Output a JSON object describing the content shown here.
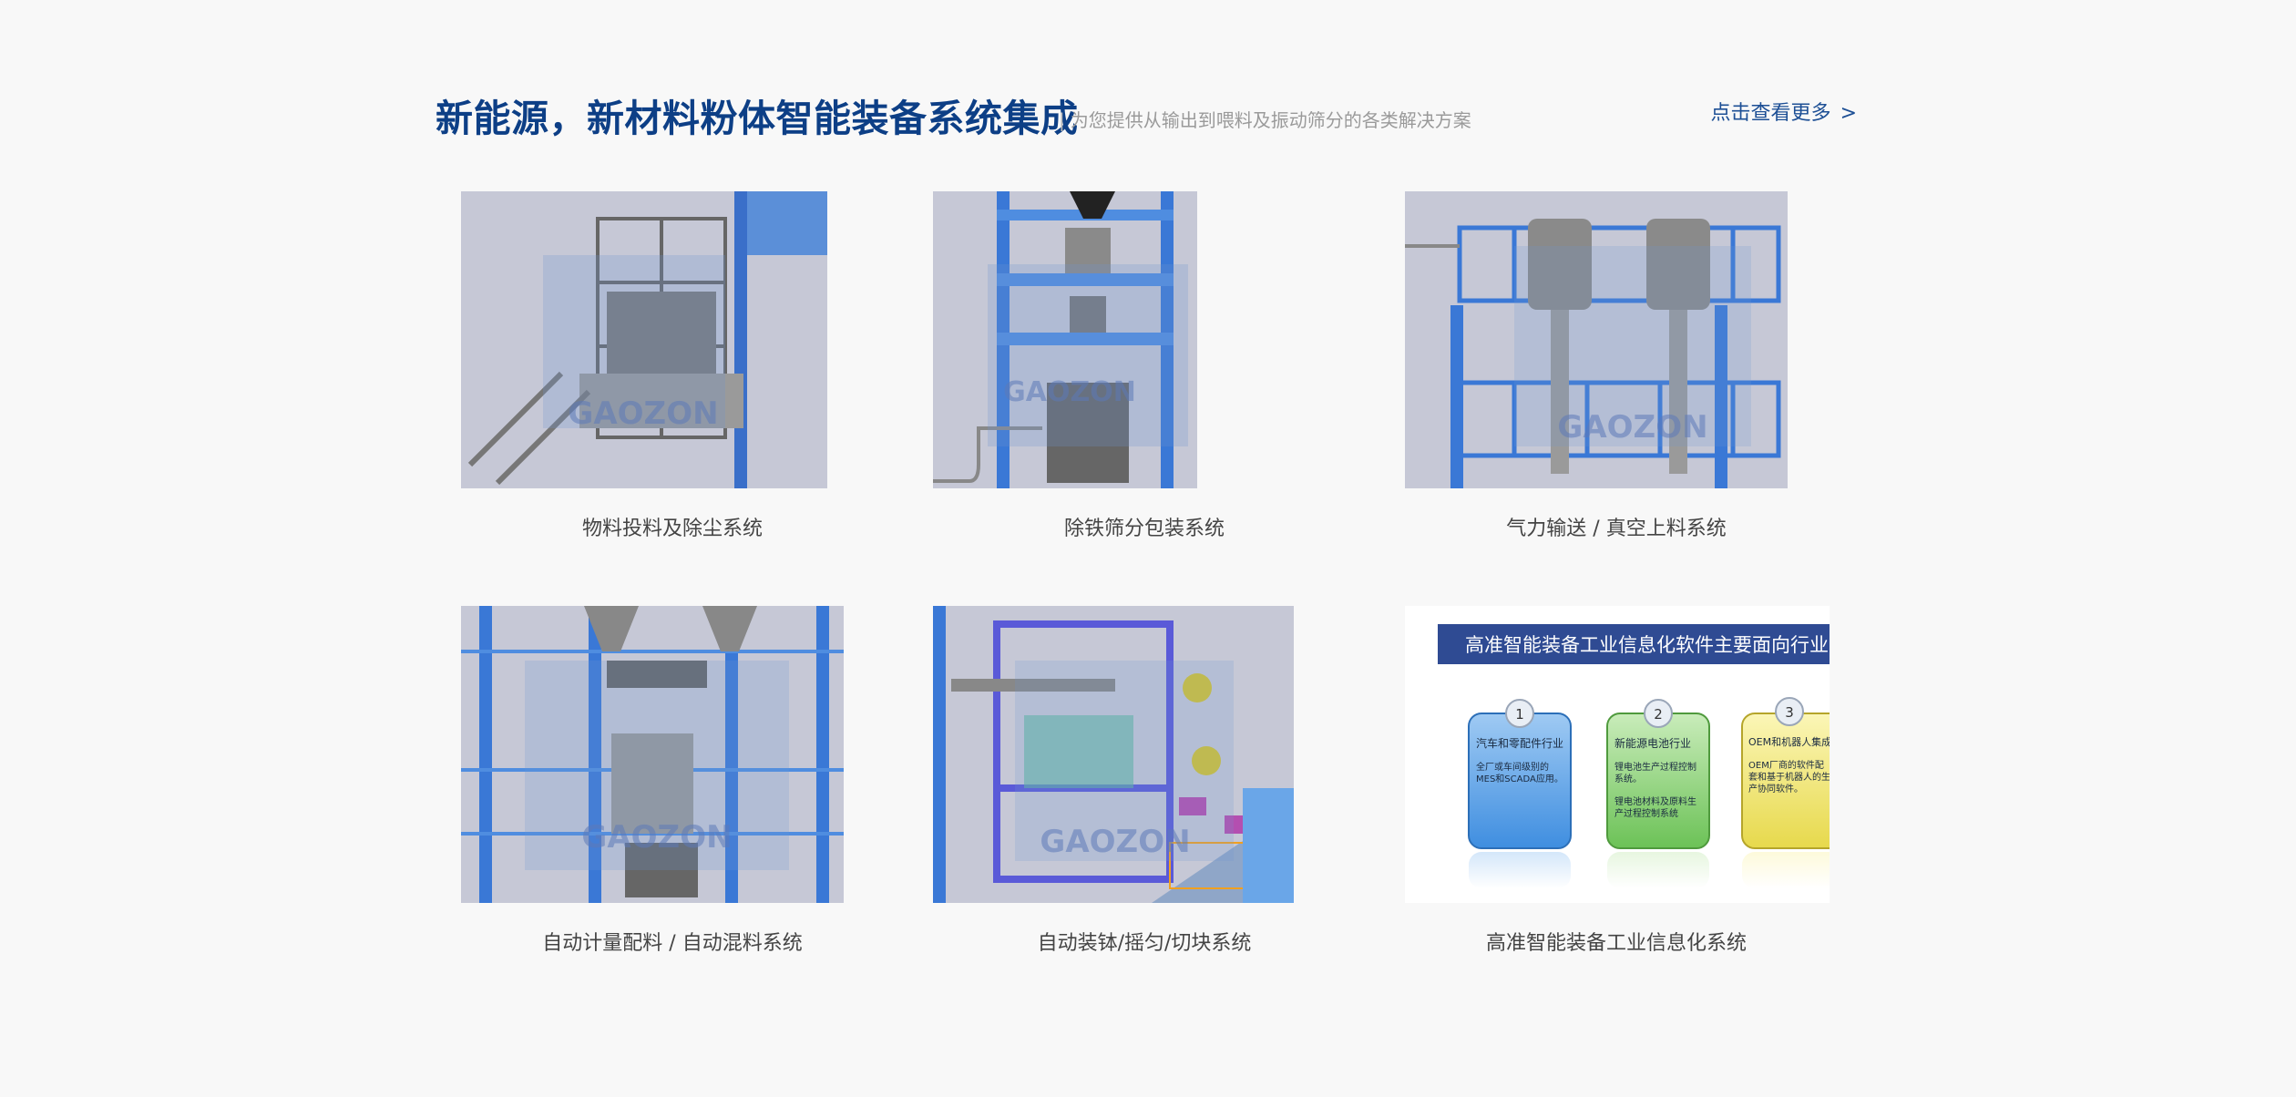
{
  "header": {
    "title": "新能源，新材料粉体智能装备系统集成",
    "separator": "|",
    "subtitle": "为您提供从输出到喂料及振动筛分的各类解决方案",
    "more_label": "点击查看更多",
    "more_arrow": ">"
  },
  "watermark": "GAOZON",
  "cards": [
    {
      "caption": "物料投料及除尘系统"
    },
    {
      "caption": "除铁筛分包装系统"
    },
    {
      "caption": "气力输送 / 真空上料系统"
    },
    {
      "caption": "自动计量配料 / 自动混料系统"
    },
    {
      "caption": "自动装钵/摇匀/切块系统"
    },
    {
      "caption": "高准智能装备工业信息化系统"
    }
  ],
  "software_panel": {
    "banner": "高准智能装备工业信息化软件主要面向行业",
    "items": [
      {
        "num": "1",
        "title": "汽车和零配件行业",
        "desc1": "全厂或车间级别的",
        "desc2": "MES和SCADA应用。",
        "desc3": "",
        "desc4": "",
        "desc5": ""
      },
      {
        "num": "2",
        "title": "新能源电池行业",
        "desc1": "锂电池生产过程控制",
        "desc2": "系统。",
        "desc3": "锂电池材料及原料生",
        "desc4": "产过程控制系统",
        "desc5": ""
      },
      {
        "num": "3",
        "title": "OEM和机器人集成",
        "desc1": "OEM厂商的软件配",
        "desc2": "套和基于机器人的生",
        "desc3": "产协同软件。",
        "desc4": "",
        "desc5": ""
      }
    ]
  },
  "colors": {
    "title": "#0d3f86",
    "link": "#1d4f95",
    "banner": "#2f4b93",
    "blue_box": "#5ea2e6",
    "green_box": "#8fd17d",
    "yellow_box": "#f0e678",
    "frame_blue": "#3a78d6"
  }
}
